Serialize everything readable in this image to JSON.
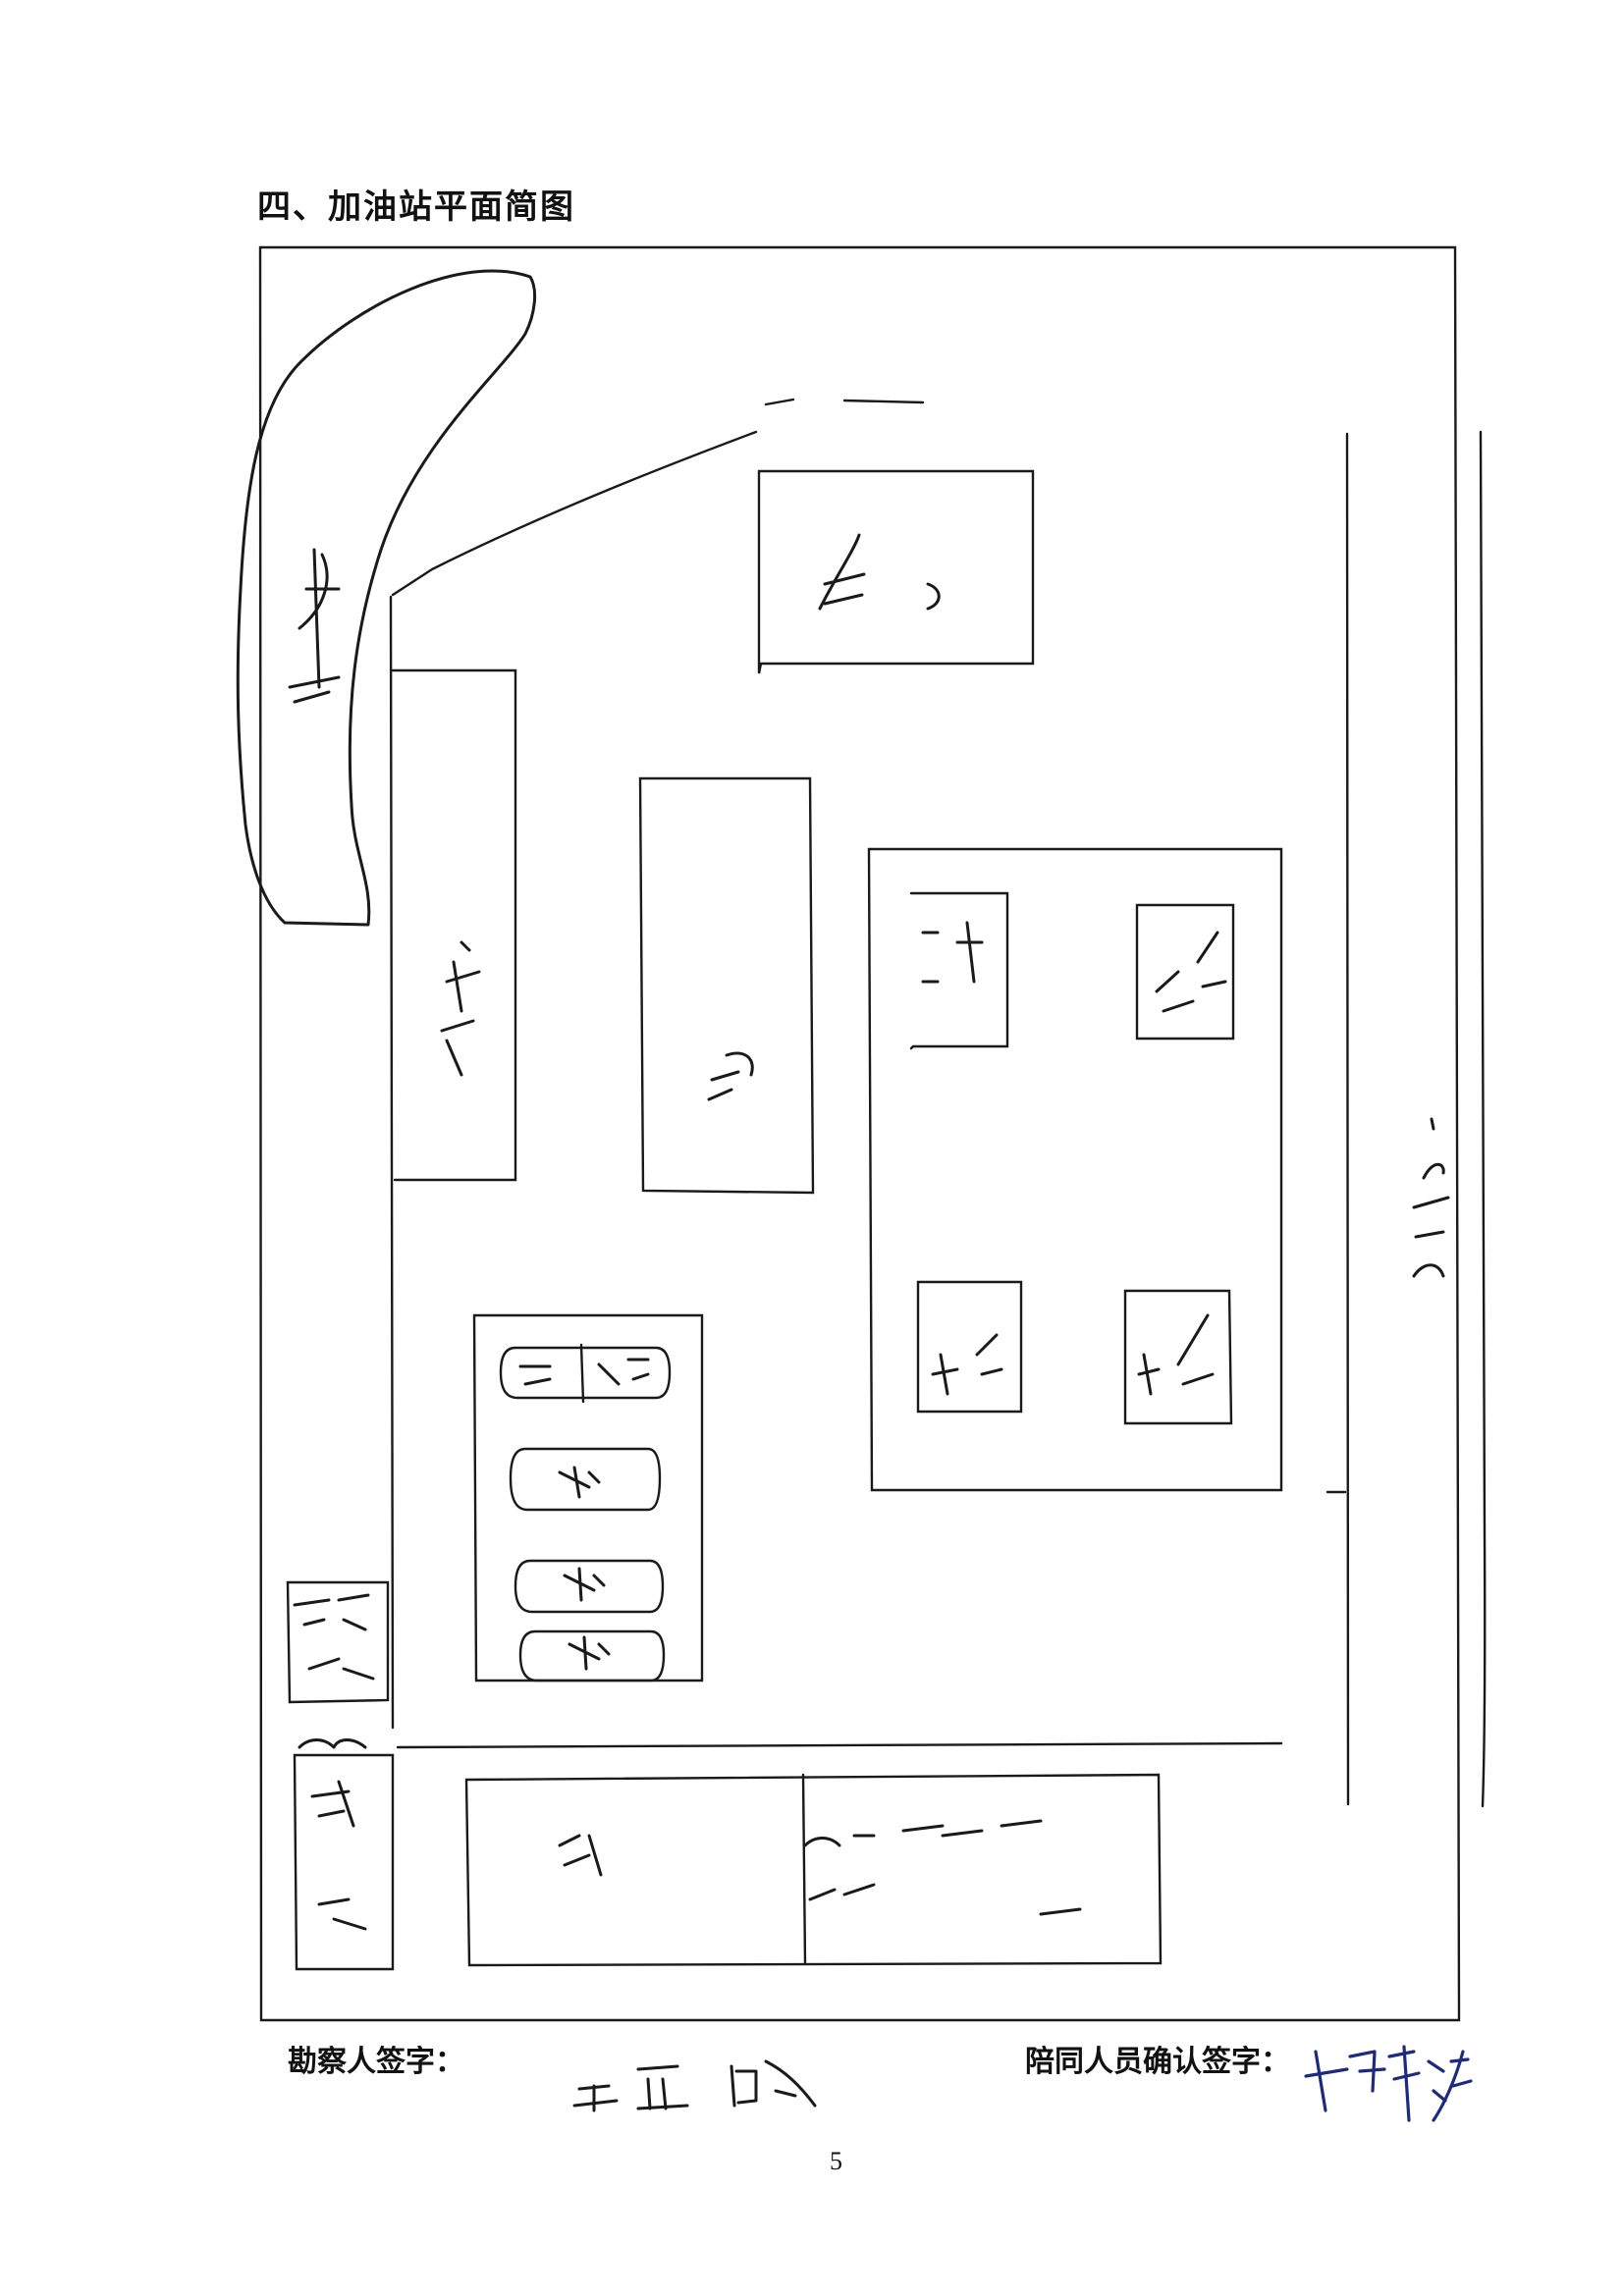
{
  "heading": "四、加油站平面简图",
  "signatures": {
    "inspector_label": "勘察人签字：",
    "companion_label": "陪同人员确认签字："
  },
  "page_number": "5"
}
